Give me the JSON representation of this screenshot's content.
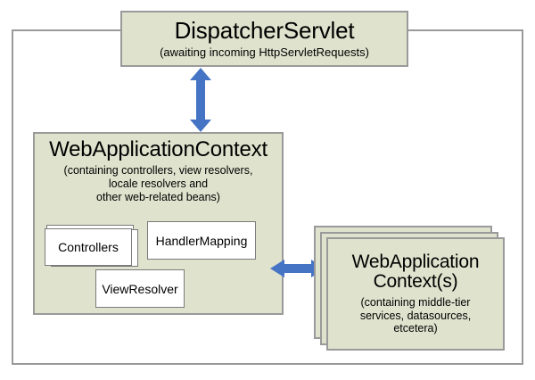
{
  "diagram": {
    "type": "architecture-diagram",
    "subject": "Spring MVC DispatcherServlet context hierarchy",
    "frame": {
      "name": "outer-container-frame"
    },
    "accent_colors": {
      "box_fill": "#dfe2cd",
      "box_border": "#9a9a9a",
      "inner_box_fill": "#ffffff",
      "inner_box_border": "#7a7a7a",
      "arrow": "#4574c4",
      "background": "#ffffff",
      "text": "#000000"
    },
    "nodes": {
      "dispatcher_servlet": {
        "title": "DispatcherServlet",
        "subtitle": "(awaiting incoming HttpServletRequests)"
      },
      "web_application_context": {
        "title": "WebApplicationContext",
        "subtitle_line1": "(containing controllers, view resolvers,",
        "subtitle_line2": "locale resolvers and",
        "subtitle_line3": "other web-related beans)",
        "children": [
          {
            "label": "Controllers",
            "stacked": true
          },
          {
            "label": "HandlerMapping",
            "stacked": false
          },
          {
            "label": "ViewResolver",
            "stacked": false
          }
        ]
      },
      "root_application_contexts": {
        "title_line1": "WebApplication",
        "title_line2": "Context(s)",
        "subtitle_line1": "(containing middle-tier",
        "subtitle_line2": "services, datasources,",
        "subtitle_line3": "etcetera)",
        "stacked": true,
        "stack_count": 3
      }
    },
    "connectors": [
      {
        "name": "dispatcher-to-webappcontext",
        "orientation": "vertical",
        "heads": "both",
        "color": "#4574c4"
      },
      {
        "name": "webappcontext-to-root-contexts",
        "orientation": "horizontal",
        "heads": "both",
        "color": "#4574c4"
      }
    ]
  }
}
